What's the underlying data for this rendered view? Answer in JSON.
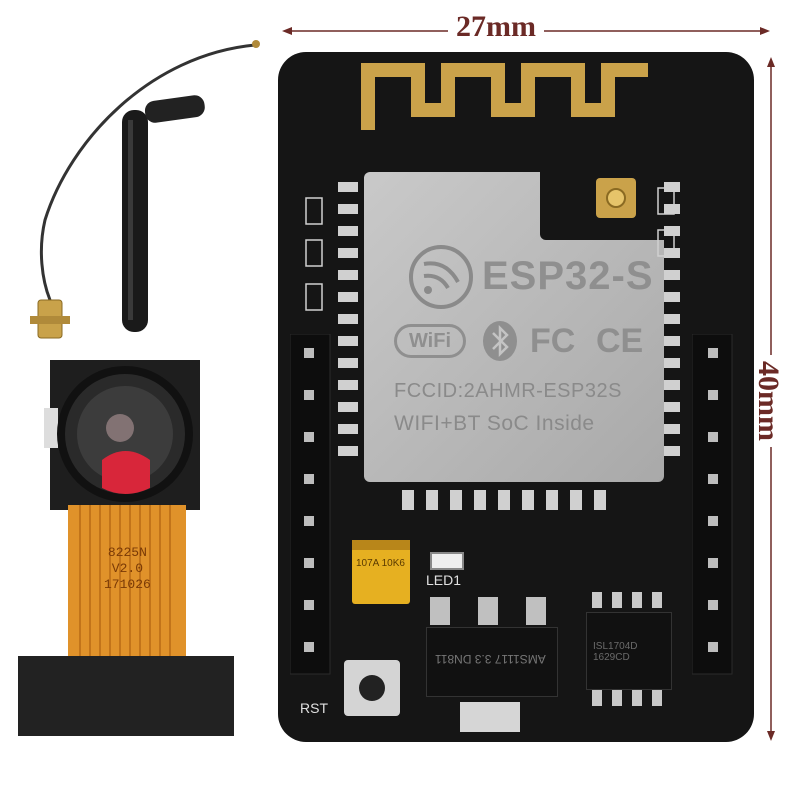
{
  "dimensions": {
    "width_label": "27mm",
    "height_label": "40mm"
  },
  "module": {
    "brand": "ESP32-S",
    "wifi_logo": "WiFi",
    "fcc_logo": "FC",
    "ce_logo": "CE",
    "fccid": "FCCID:2AHMR-ESP32S",
    "tagline": "WIFI+BT SoC Inside"
  },
  "board": {
    "led_label": "LED1",
    "reset_label": "RST",
    "regulator_text": "AMS1117  3.3  DN811",
    "capacitor_text": "107A  10K6",
    "psram_text": "ISL1704D  1629CD"
  },
  "camera": {
    "flex_text": [
      "8225N",
      "V2.0",
      "171026"
    ]
  },
  "colors": {
    "pcb": "#151515",
    "gold": "#caa24a",
    "shield": "#b9b9b9",
    "flex": "#e0922a",
    "dimension_line": "#6b2a26"
  },
  "icons": [
    "antenna-icon",
    "bluetooth-icon",
    "espressif-logo-icon"
  ]
}
